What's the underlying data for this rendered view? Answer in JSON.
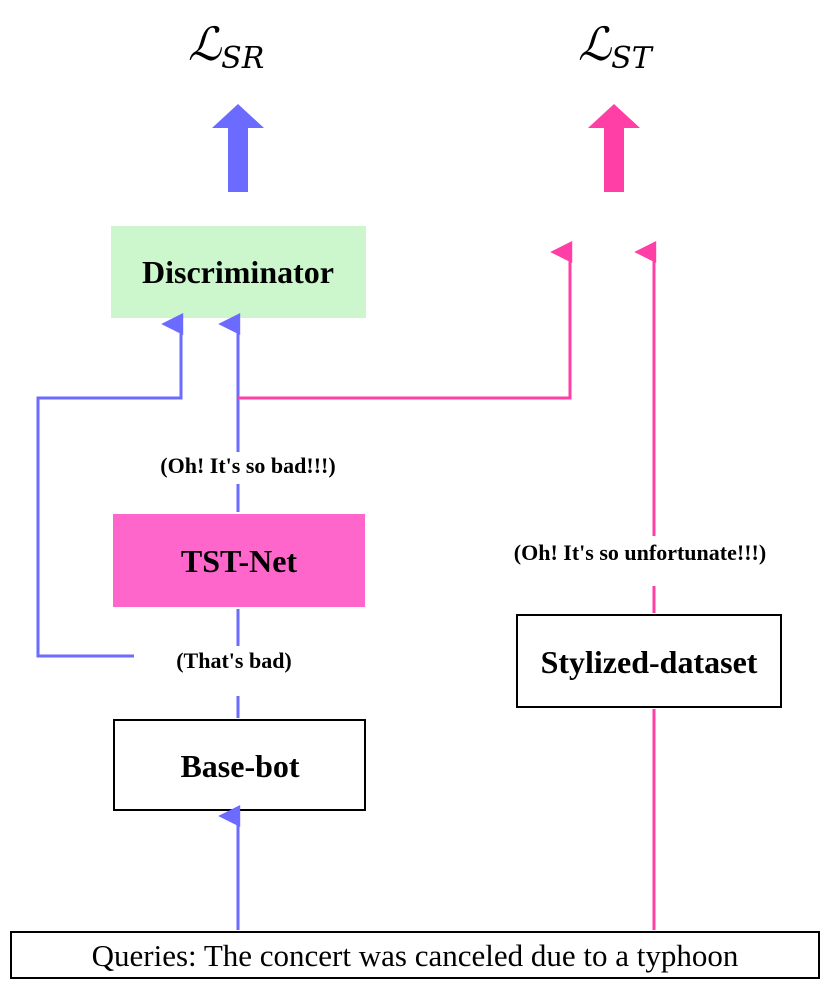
{
  "colors": {
    "blue": "#6b6bff",
    "pink": "#ff3fa6",
    "discriminator_fill": "#ccf7cc",
    "tstnet_fill": "#ff66cc",
    "box_border": "#000000"
  },
  "losses": {
    "sr": {
      "symbol": "ℒ",
      "subscript": "SR"
    },
    "st": {
      "symbol": "ℒ",
      "subscript": "ST"
    }
  },
  "nodes": {
    "discriminator": "Discriminator",
    "tst_net": "TST-Net",
    "base_bot": "Base-bot",
    "stylized_dataset": "Stylized-dataset",
    "queries": "Queries: The concert was canceled due to a typhoon"
  },
  "edge_labels": {
    "stylized_response": "(Oh! It's so bad!!!)",
    "base_response": "(That's bad)",
    "dataset_response": "(Oh! It's so unfortunate!!!)"
  },
  "icons": [
    "up-arrow-icon"
  ]
}
